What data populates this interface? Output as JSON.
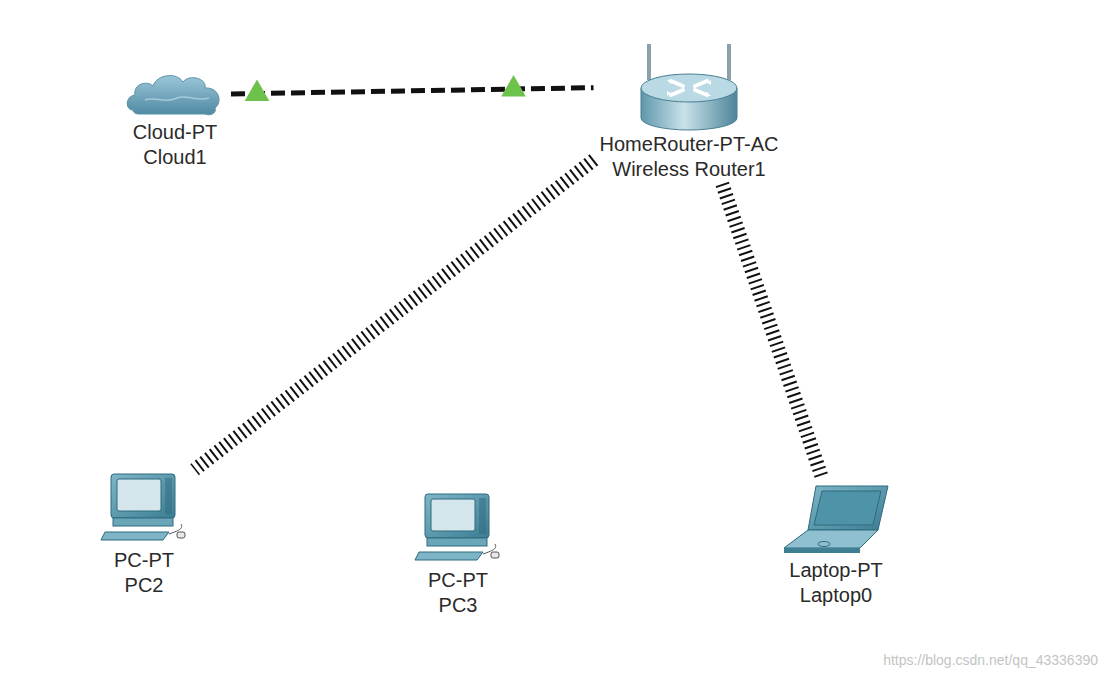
{
  "diagram": {
    "nodes": [
      {
        "text": [
          "Cloud-PT",
          "Cloud1"
        ]
      },
      {
        "text": [
          "HomeRouter-PT-AC",
          "Wireless Router1"
        ]
      },
      {
        "text": [
          "PC-PT",
          "PC2"
        ]
      },
      {
        "text": [
          "PC-PT",
          "PC3"
        ]
      },
      {
        "text": [
          "Laptop-PT",
          "Laptop0"
        ]
      }
    ],
    "edges": [
      {
        "from": 0,
        "to": 1,
        "arrow": "none"
      },
      {
        "from": 1,
        "to": 2,
        "arrow": "none"
      },
      {
        "from": 1,
        "to": 4,
        "arrow": "none"
      }
    ],
    "labels": [
      "https://blog.csdn.net/qq_43336390"
    ]
  }
}
